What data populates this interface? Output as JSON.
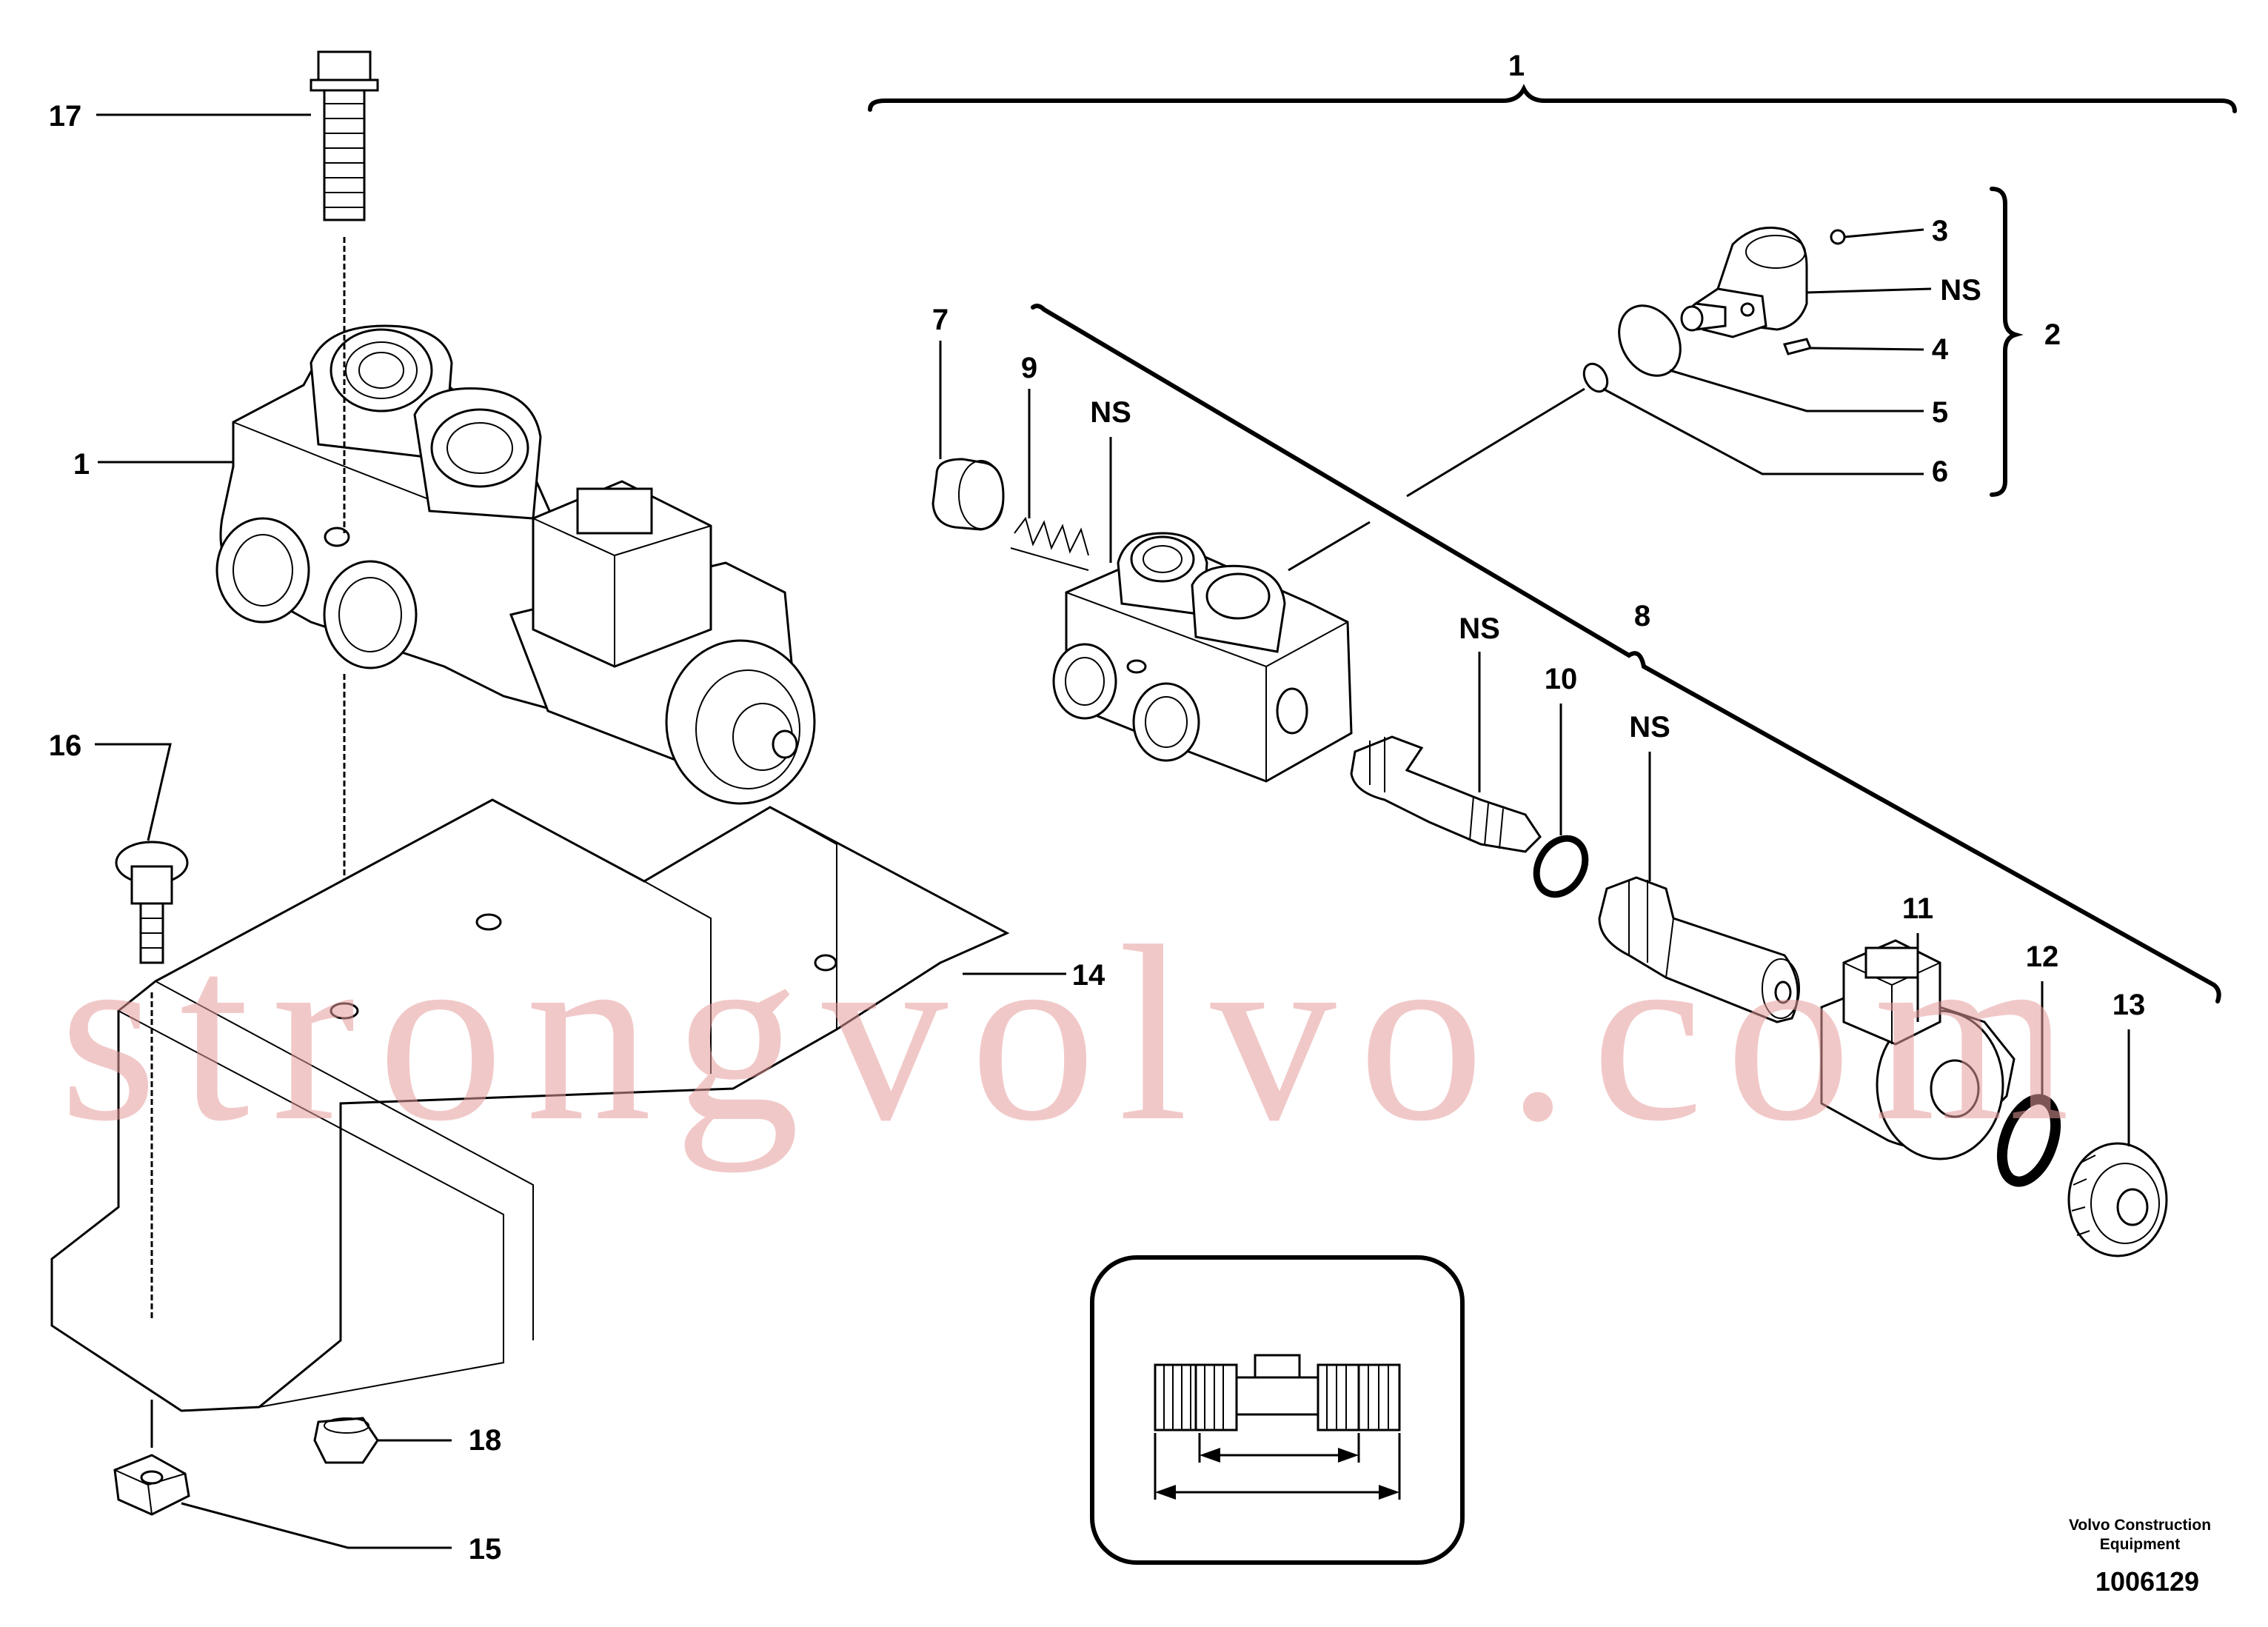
{
  "callouts": {
    "c17": "17",
    "c1_left": "1",
    "c16": "16",
    "c14": "14",
    "c18": "18",
    "c15": "15",
    "c1_top": "1",
    "c7": "7",
    "c9": "9",
    "ns_body": "NS",
    "c3": "3",
    "ns_cartridge": "NS",
    "c4": "4",
    "c5": "5",
    "c6": "6",
    "c2": "2",
    "c8": "8",
    "ns_spool": "NS",
    "c10": "10",
    "ns_tube": "NS",
    "c11": "11",
    "c12": "12",
    "c13": "13"
  },
  "watermark": "strongvolvo.com",
  "credit": {
    "line1": "Volvo Construction",
    "line2": "Equipment"
  },
  "document_number": "1006129",
  "colors": {
    "ink": "#000000",
    "watermark": "#e59a9a",
    "background": "#ffffff"
  }
}
